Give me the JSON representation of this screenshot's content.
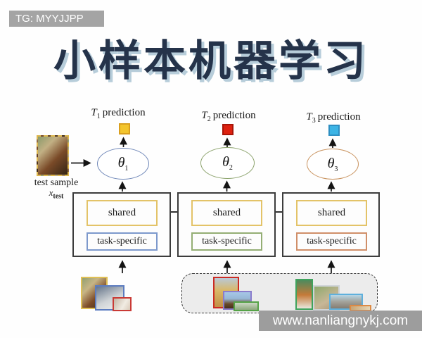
{
  "badge": {
    "text": "TG: MYYJJPP"
  },
  "title": {
    "text": "小样本机器学习",
    "color": "#25334a",
    "shadow_color": "#b7cdda"
  },
  "watermark": {
    "text": "www.nanliangnykj.com"
  },
  "test_sample": {
    "caption": "test sample",
    "variable": "x",
    "variable_sub": "test",
    "border_color": "#ddb74e"
  },
  "tasks": [
    {
      "prediction": {
        "t": "T",
        "sub": "1",
        "word": "prediction"
      },
      "theta": {
        "symbol": "θ",
        "sub": "1"
      },
      "shared_label": "shared",
      "task_specific_label": "task-specific",
      "colors": {
        "ellipse_border": "#6f87b8",
        "square_fill": "#f3c52d",
        "square_border": "#d99f1e",
        "shared_border": "#e3c368",
        "task_specific_border": "#7d99cc"
      }
    },
    {
      "prediction": {
        "t": "T",
        "sub": "2",
        "word": "prediction"
      },
      "theta": {
        "symbol": "θ",
        "sub": "2"
      },
      "shared_label": "shared",
      "task_specific_label": "task-specific",
      "colors": {
        "ellipse_border": "#8ba26b",
        "square_fill": "#de2110",
        "square_border": "#a81508",
        "shared_border": "#e3c368",
        "task_specific_border": "#94ae74"
      }
    },
    {
      "prediction": {
        "t": "T",
        "sub": "3",
        "word": "prediction"
      },
      "theta": {
        "symbol": "θ",
        "sub": "3"
      },
      "shared_label": "shared",
      "task_specific_label": "task-specific",
      "colors": {
        "ellipse_border": "#c9935f",
        "square_fill": "#3cb4e5",
        "square_border": "#2e8fc2",
        "shared_border": "#e3c368",
        "task_specific_border": "#d08f69"
      }
    }
  ],
  "training_sets": {
    "task1_images": [
      {
        "name": "german-shepherd",
        "border": "#e0c055"
      },
      {
        "name": "husky",
        "border": "#5c7cc0"
      },
      {
        "name": "cat",
        "border": "#c93a35"
      }
    ],
    "pool_task2_images": [
      {
        "name": "giraffe",
        "border": "#cc2a22"
      },
      {
        "name": "horse",
        "border": "#8b7ccc"
      },
      {
        "name": "goat",
        "border": "#55a347"
      }
    ],
    "pool_task3_images": [
      {
        "name": "fox",
        "border": "#3fa35c"
      },
      {
        "name": "deer",
        "border": "#cfd4d8"
      },
      {
        "name": "elephant",
        "border": "#5fb0dc"
      },
      {
        "name": "wolf",
        "border": "#dd8a44"
      }
    ]
  },
  "arrow_color": "#141414",
  "box_border_color": "#3c3c3c"
}
